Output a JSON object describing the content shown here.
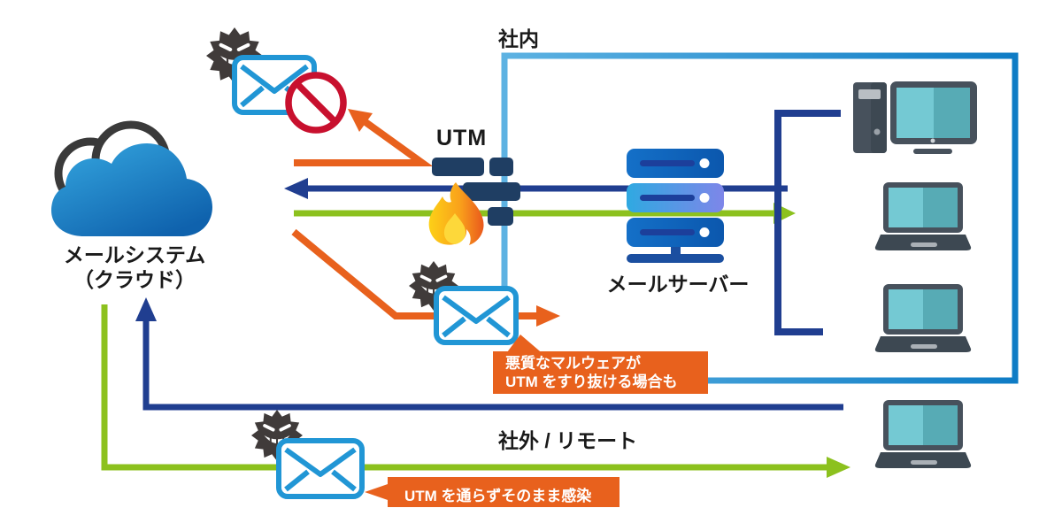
{
  "diagram": {
    "labels": {
      "internal": "社内",
      "utm": "UTM",
      "mail_system_line1": "メールシステム",
      "mail_system_line2": "（クラウド）",
      "mail_server": "メールサーバー",
      "external_remote": "社外 / リモート"
    },
    "callouts": {
      "slip_through": {
        "line1": "悪質なマルウェアが",
        "line2": "UTM をすり抜ける場合も"
      },
      "direct_infection": {
        "text": "UTM を通らずそのまま感染"
      }
    },
    "icons": {
      "cloud": "cloud-icon",
      "firewall": "firewall-brick-flame-icon",
      "mail_server": "mail-server-stack-icon",
      "desktop": "desktop-pc-icon",
      "laptop": "laptop-icon",
      "malware_email": "malware-email-icon",
      "blocked": "prohibition-icon"
    },
    "colors": {
      "orange": "#E8611D",
      "navy": "#203E90",
      "green": "#8CC11E",
      "light_blue": "#54AADF",
      "deep_blue": "#0E7CC5",
      "brick_navy": "#1F3E63",
      "prohibition_red": "#C8102E",
      "envelope_blue": "#2196D5",
      "virus_gray": "#403B3A",
      "cloud_blue_light": "#35A7E0",
      "cloud_blue_dark": "#0F62AD",
      "server_blue_dark_1": "#1470C8",
      "server_blue_dark_2": "#0B57AD",
      "server_blue_mid_1": "#2FA9E1",
      "server_blue_mid_2": "#7E86E9",
      "server_slot_navy": "#1C3F9B",
      "device_slate": "#47515C",
      "device_slate_dark": "#3D4852",
      "screen_teal_light": "#74C9D3",
      "screen_teal_dark": "#57ABB5",
      "flame_yellow": "#FDD117",
      "flame_orange": "#F9A11B",
      "flame_red": "#E8511D",
      "callout_bg": "#E8611D",
      "callout_text": "#FFFFFF",
      "label_text": "#1A1A1A"
    }
  }
}
